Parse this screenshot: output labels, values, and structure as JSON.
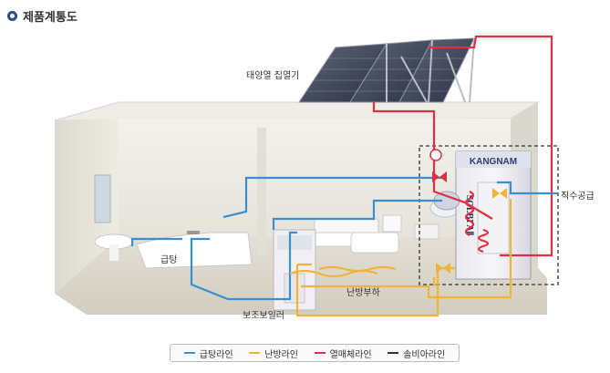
{
  "title": "제품계통도",
  "labels": {
    "solar_collector": "태양열 집열기",
    "hot_water_supply": "급탕",
    "floor_heating": "난방부하",
    "aux_boiler": "보조보일러",
    "direct_water": "직수공급"
  },
  "tank": {
    "brand": "KANGNAM",
    "model": "SOLBI AⅡ"
  },
  "legend": [
    {
      "label": "급탕라인",
      "color": "#3a8fd0",
      "style": "solid"
    },
    {
      "label": "난방라인",
      "color": "#f0b43a",
      "style": "solid"
    },
    {
      "label": "열매체라인",
      "color": "#e03040",
      "style": "solid"
    },
    {
      "label": "솔비아라인",
      "color": "#333333",
      "style": "dashed"
    }
  ]
}
